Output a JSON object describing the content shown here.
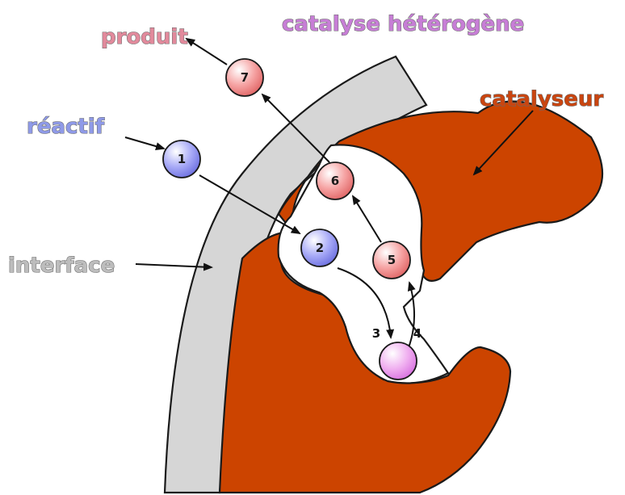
{
  "title": "catalyse hétérogène",
  "labels": {
    "produit": "produit",
    "reactif": "réactif",
    "interface": "interface",
    "catalyseur": "catalyseur"
  },
  "nodes": [
    {
      "id": "1",
      "label": "1",
      "kind": "reactant"
    },
    {
      "id": "2",
      "label": "2",
      "kind": "reactant"
    },
    {
      "id": "3-4",
      "label": "",
      "kind": "intermediate"
    },
    {
      "id": "5",
      "label": "5",
      "kind": "product"
    },
    {
      "id": "6",
      "label": "6",
      "kind": "product"
    },
    {
      "id": "7",
      "label": "7",
      "kind": "product"
    }
  ],
  "step_labels": {
    "three": "3",
    "four": "4"
  },
  "colors": {
    "title": "#c77ed6",
    "produit": "#e28a9c",
    "reactif": "#8f9ae8",
    "interface_label": "#bdbdbd",
    "catalyseur_label": "#c94510",
    "catalyst_body": "#cc4400",
    "interface_band": "#d6d6d6",
    "reactant_node": "#8c8ef0",
    "product_node": "#f08c8c",
    "intermediate_node": "#e896ec"
  }
}
